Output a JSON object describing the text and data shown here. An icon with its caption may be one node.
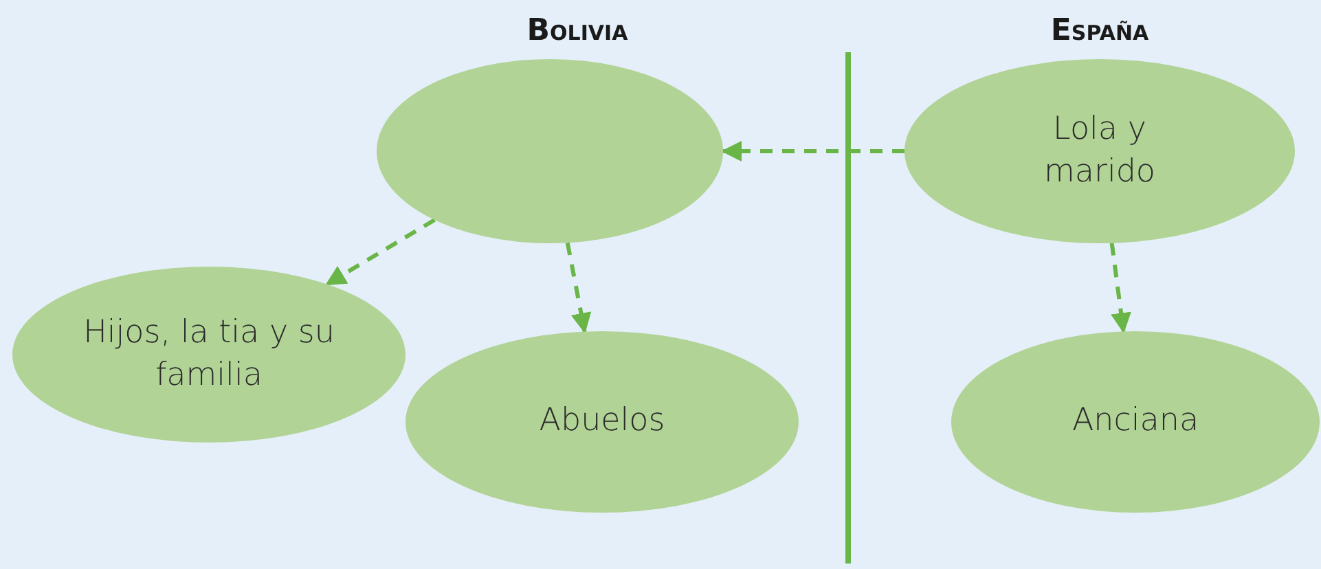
{
  "diagram": {
    "nodes": [
      {
        "text": [],
        "shape": "circle"
      },
      {
        "text": [
          "Lola y marido"
        ]
      },
      {
        "text": [
          "Hijos, la tia y su familia"
        ]
      },
      {
        "text": [
          "Abuelos"
        ]
      },
      {
        "text": [
          "Anciana"
        ]
      }
    ],
    "edges": [
      {
        "from": 1,
        "to": 0,
        "arrow": "to",
        "style": "dashed"
      },
      {
        "from": 0,
        "to": 2,
        "arrow": "to",
        "style": "dashed"
      },
      {
        "from": 0,
        "to": 3,
        "arrow": "to",
        "style": "dashed"
      },
      {
        "from": 1,
        "to": 4,
        "arrow": "to",
        "style": "dashed"
      }
    ],
    "labels": [
      "Bolivia",
      "España"
    ]
  }
}
